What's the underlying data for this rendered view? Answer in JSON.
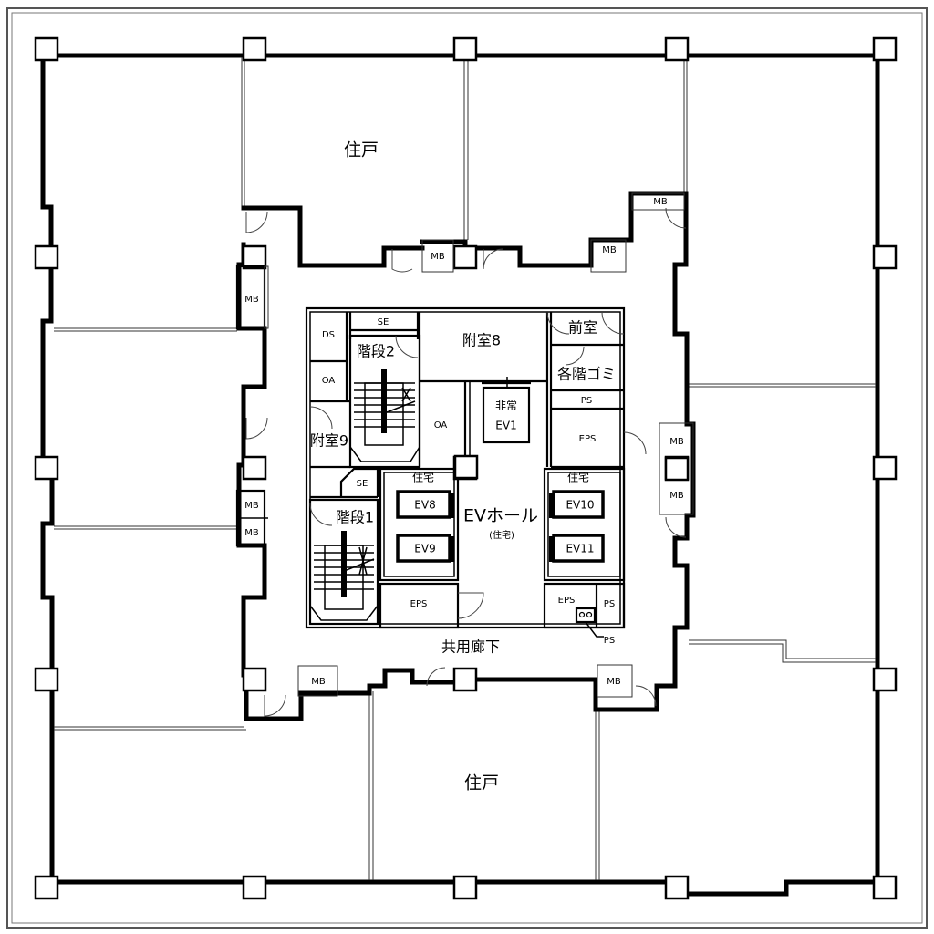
{
  "plan": {
    "rooms": {
      "unit_north": "住戸",
      "unit_south": "住戸",
      "ev_hall": "EVホール",
      "ev_hall_sub": "(住宅)",
      "corridor": "共用廊下",
      "annex8": "附室8",
      "annex9": "附室9",
      "stair2": "階段2",
      "stair1": "階段1",
      "antechamber": "前室",
      "garbage": "各階ゴミ",
      "emergency_ev": "非常",
      "emergency_ev_id": "EV1",
      "residential_left": "住宅",
      "residential_right": "住宅",
      "ev8": "EV8",
      "ev9": "EV9",
      "ev10": "EV10",
      "ev11": "EV11",
      "ds": "DS",
      "oa_left": "OA",
      "oa_center": "OA",
      "se_top": "SE",
      "se_mid": "SE",
      "ps_top": "PS",
      "eps_right_top": "EPS",
      "eps_left_bottom": "EPS",
      "eps_right_bottom": "EPS",
      "ps_right_bottom": "PS",
      "ps_leader": "PS"
    },
    "meter_boxes": {
      "mb_top_center": "MB",
      "mb_top_right": "MB",
      "mb_top_right_corner": "MB",
      "mb_left_upper": "MB",
      "mb_left_mid1": "MB",
      "mb_left_mid2": "MB",
      "mb_right_mid1": "MB",
      "mb_right_mid2": "MB",
      "mb_bottom_left": "MB",
      "mb_bottom_right": "MB"
    }
  }
}
